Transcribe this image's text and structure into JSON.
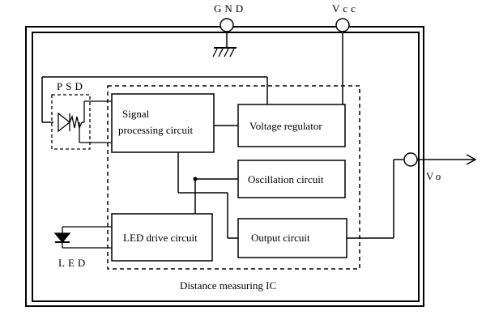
{
  "pins": {
    "gnd": "GND",
    "vcc": "Vcc",
    "vo": "Vo",
    "psd": "PSD",
    "led": "LED"
  },
  "blocks": {
    "signal_processing_line1": "Signal",
    "signal_processing_line2": "processing circuit",
    "voltage_regulator": "Voltage regulator",
    "oscillation": "Oscillation circuit",
    "led_drive": "LED drive circuit",
    "output": "Output circuit"
  },
  "ic_label": "Distance measuring IC"
}
